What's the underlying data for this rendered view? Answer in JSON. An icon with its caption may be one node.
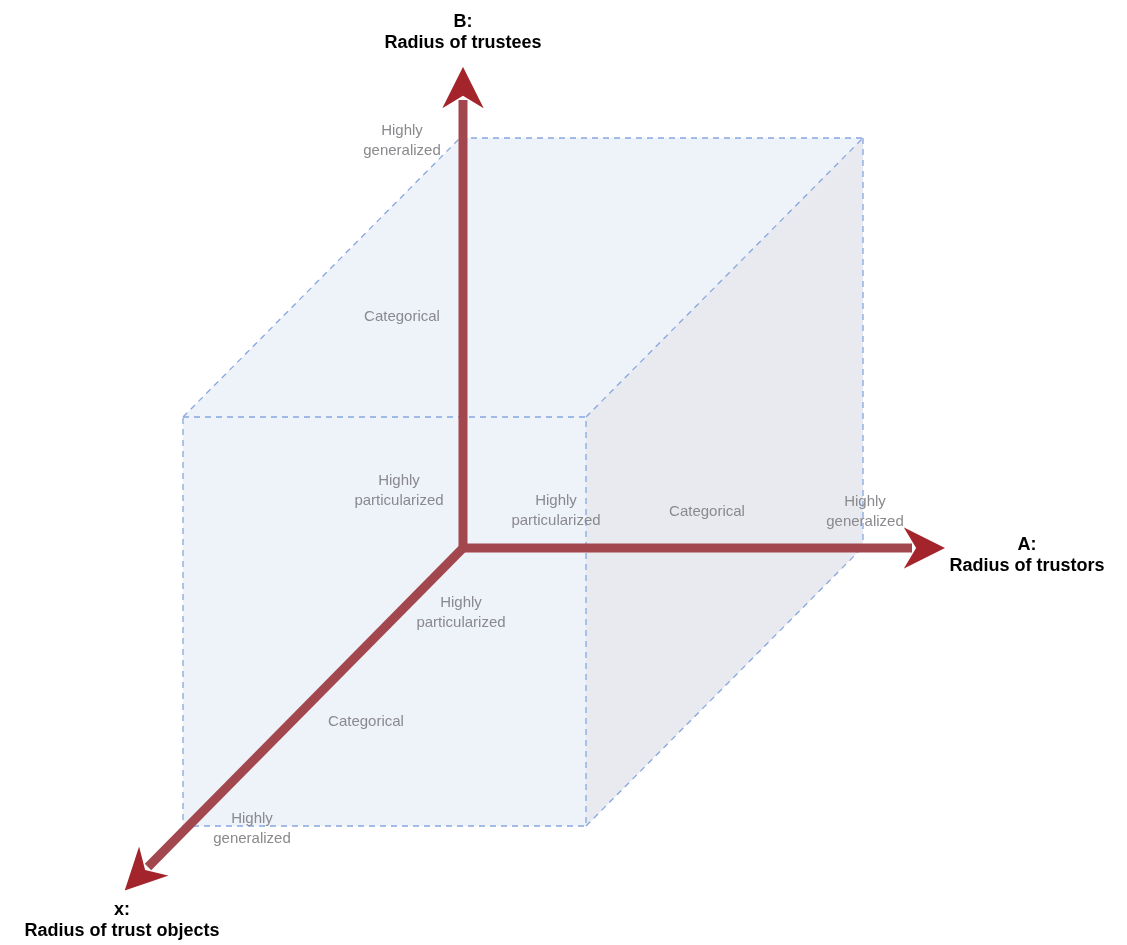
{
  "diagram": {
    "labels": [
      "B: Radius of trustees",
      "Highly generalized",
      "Categorical",
      "Highly particularized",
      "Highly particularized",
      "Categorical",
      "Highly generalized",
      "A: Radius of trustors",
      "Highly particularized",
      "Categorical",
      "Highly generalized",
      "x: Radius of trust objects"
    ]
  }
}
